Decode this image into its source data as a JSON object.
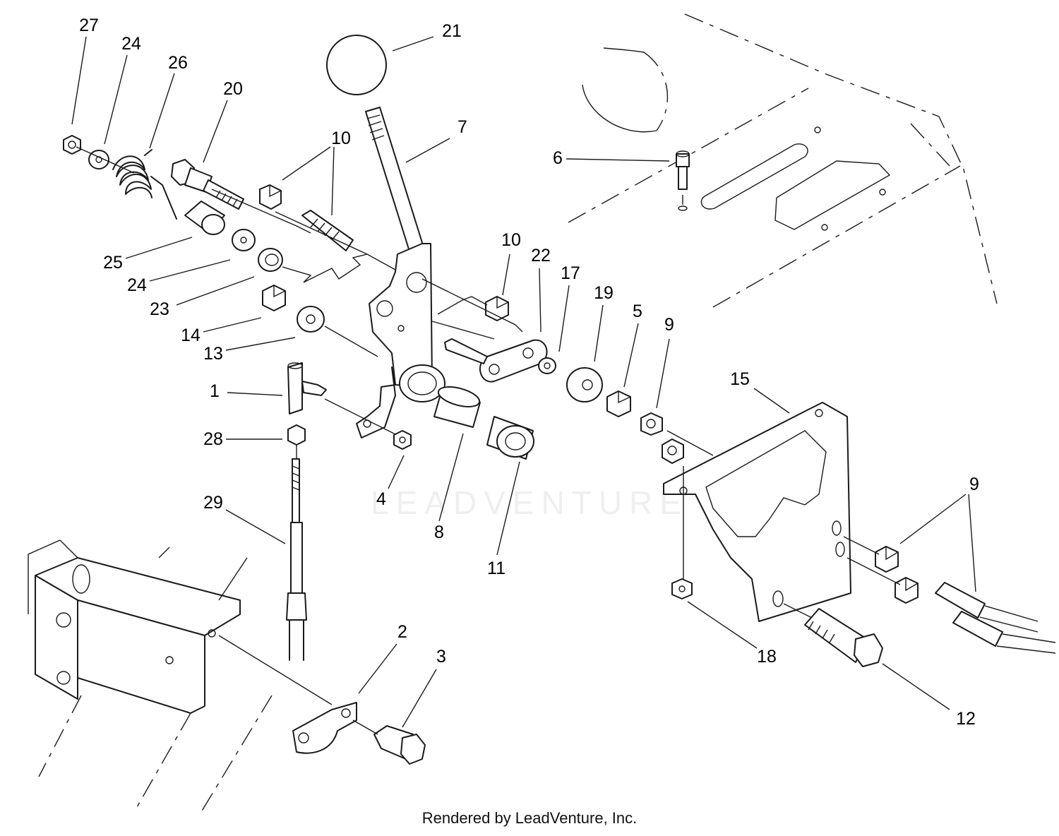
{
  "watermark": "LEADVENTURE",
  "footer": "Rendered by LeadVenture, Inc.",
  "callouts": [
    {
      "id": "c27",
      "label": "27"
    },
    {
      "id": "c24a",
      "label": "24"
    },
    {
      "id": "c26",
      "label": "26"
    },
    {
      "id": "c20",
      "label": "20"
    },
    {
      "id": "c21",
      "label": "21"
    },
    {
      "id": "c10a",
      "label": "10"
    },
    {
      "id": "c7",
      "label": "7"
    },
    {
      "id": "c6",
      "label": "6"
    },
    {
      "id": "c25",
      "label": "25"
    },
    {
      "id": "c24b",
      "label": "24"
    },
    {
      "id": "c23",
      "label": "23"
    },
    {
      "id": "c14",
      "label": "14"
    },
    {
      "id": "c13",
      "label": "13"
    },
    {
      "id": "c10b",
      "label": "10"
    },
    {
      "id": "c22",
      "label": "22"
    },
    {
      "id": "c17",
      "label": "17"
    },
    {
      "id": "c19",
      "label": "19"
    },
    {
      "id": "c5",
      "label": "5"
    },
    {
      "id": "c9a",
      "label": "9"
    },
    {
      "id": "c15",
      "label": "15"
    },
    {
      "id": "c1",
      "label": "1"
    },
    {
      "id": "c28",
      "label": "28"
    },
    {
      "id": "c4",
      "label": "4"
    },
    {
      "id": "c8",
      "label": "8"
    },
    {
      "id": "c11",
      "label": "11"
    },
    {
      "id": "c29",
      "label": "29"
    },
    {
      "id": "c9b",
      "label": "9"
    },
    {
      "id": "c18",
      "label": "18"
    },
    {
      "id": "c12",
      "label": "12"
    },
    {
      "id": "c2",
      "label": "2"
    },
    {
      "id": "c3",
      "label": "3"
    }
  ]
}
